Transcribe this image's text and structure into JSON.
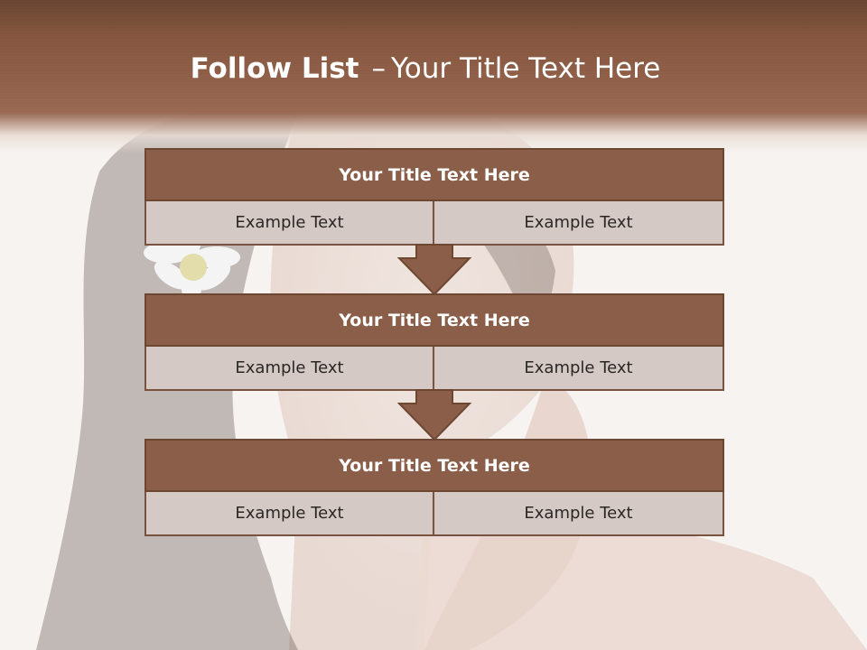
{
  "slide": {
    "title_bold": "Follow List",
    "title_dash": "–",
    "title_rest": "Your Title Text Here"
  },
  "blocks": [
    {
      "title": "Your Title Text Here",
      "cells": [
        "Example Text",
        "Example Text"
      ]
    },
    {
      "title": "Your Title Text Here",
      "cells": [
        "Example Text",
        "Example Text"
      ]
    },
    {
      "title": "Your Title Text Here",
      "cells": [
        "Example Text",
        "Example Text"
      ]
    }
  ],
  "colors": {
    "header": "#86573f",
    "block_title_fill": "#8a5e48",
    "block_cell_fill": "#d5c9c6",
    "arrow_fill": "#8a5e48"
  }
}
